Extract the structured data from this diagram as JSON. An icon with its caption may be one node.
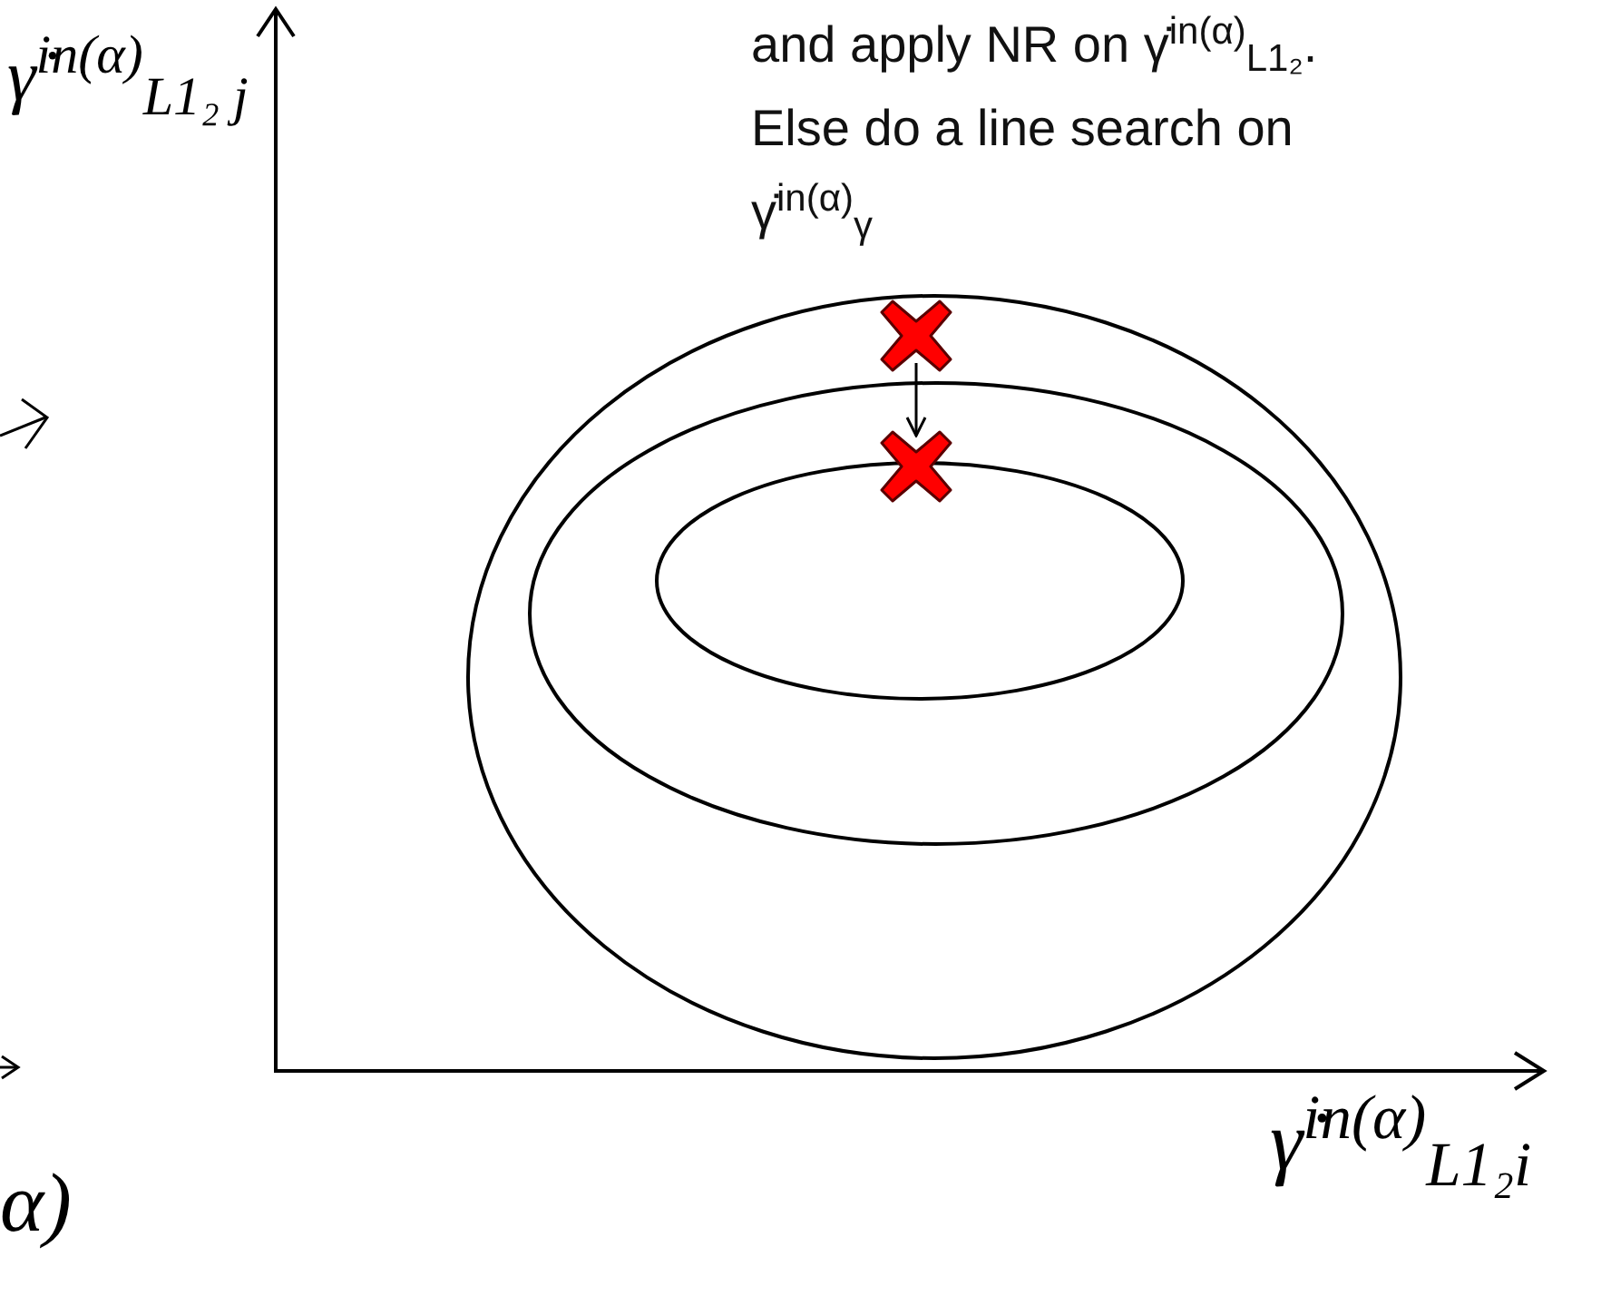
{
  "diagram": {
    "nodes": [
      {
        "text": [],
        "shape": "cross"
      },
      {
        "text": [],
        "shape": "cross"
      }
    ],
    "edges": [
      {
        "from": 0,
        "to": 1,
        "arrow": "to"
      }
    ],
    "labels": [
      "γ̇$^{in(α)}$$_{L1₂ j}$",
      "and apply NR on γ̇$^{in(α)}$$_{L1₂}$. Else do a line search on γ̇$^{in(α)}$$_{γ}$",
      "γ̇$^{in(α)}$$_{L1₂i}$",
      "α)"
    ]
  }
}
